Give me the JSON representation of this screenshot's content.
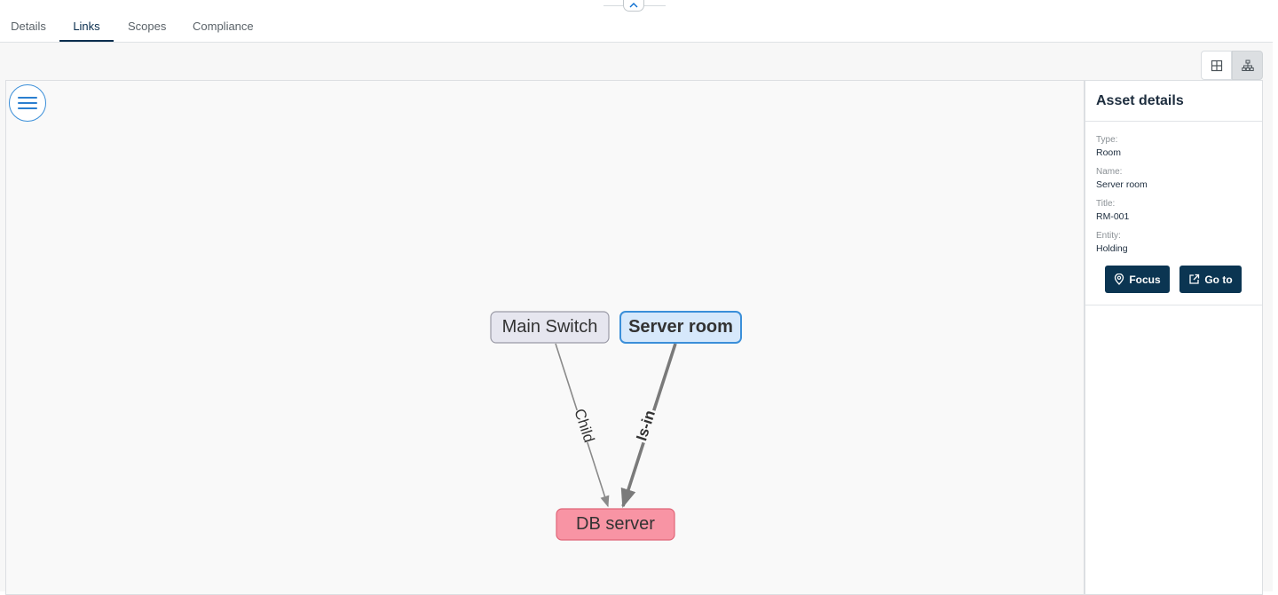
{
  "tabs": [
    {
      "label": "Details",
      "active": false
    },
    {
      "label": "Links",
      "active": true
    },
    {
      "label": "Scopes",
      "active": false
    },
    {
      "label": "Compliance",
      "active": false
    }
  ],
  "graph": {
    "nodes": [
      {
        "id": "main-switch",
        "label": "Main Switch",
        "fill": "#e6e6ef",
        "stroke": "#9a9aa6",
        "bold": false,
        "selected": false
      },
      {
        "id": "server-room",
        "label": "Server room",
        "fill": "#d6e8fb",
        "stroke": "#3b8fd9",
        "bold": true,
        "selected": true
      },
      {
        "id": "db-server",
        "label": "DB server",
        "fill": "#f894a4",
        "stroke": "#e06678",
        "bold": false,
        "selected": false
      }
    ],
    "edges": [
      {
        "from": "main-switch",
        "to": "db-server",
        "label": "Child",
        "bold": false
      },
      {
        "from": "server-room",
        "to": "db-server",
        "label": "Is-in",
        "bold": true
      }
    ]
  },
  "details": {
    "title": "Asset details",
    "fields": [
      {
        "label": "Type:",
        "value": "Room"
      },
      {
        "label": "Name:",
        "value": "Server room"
      },
      {
        "label": "Title:",
        "value": "RM-001"
      },
      {
        "label": "Entity:",
        "value": "Holding"
      }
    ],
    "focus_label": "Focus",
    "goto_label": "Go to"
  },
  "colors": {
    "accent": "#0a2e4e",
    "button": "#0b3552",
    "menu_ring": "#3b8fd9"
  },
  "icons": [
    "chevron-up-icon",
    "table-view-icon",
    "network-view-icon",
    "hamburger-menu-icon",
    "location-pin-icon",
    "external-link-icon"
  ]
}
